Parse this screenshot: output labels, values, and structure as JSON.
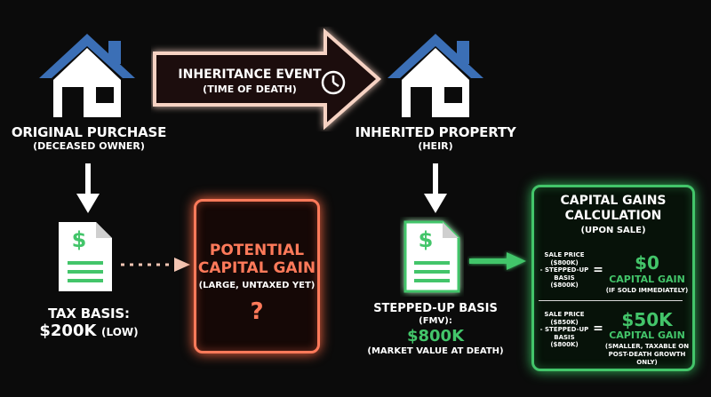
{
  "colors": {
    "background": "#0b0b0b",
    "roof_blue": "#3b6fb6",
    "green": "#43c56a",
    "orange": "#ff7a5a",
    "arrow_fill": "#f6d2c3"
  },
  "left": {
    "title": "ORIGINAL PURCHASE",
    "subtitle": "(DECEASED OWNER)",
    "basis_label": "TAX BASIS:",
    "basis_value": "$200k",
    "basis_note": "(LOW)",
    "doc_symbol": "$",
    "house_icon": "house-icon",
    "doc_icon": "dollar-document-icon"
  },
  "event": {
    "title": "INHERITANCE EVENT",
    "subtitle": "(TIME OF DEATH)",
    "icon": "clock-icon"
  },
  "potential": {
    "line1": "POTENTIAL",
    "line2": "CAPITAL GAIN",
    "note": "(LARGE, UNTAXED YET)",
    "mark": "?"
  },
  "right": {
    "title": "INHERITED PROPERTY",
    "subtitle": "(HEIR)",
    "basis_label": "STEPPED-UP BASIS",
    "basis_sub": "(FMV):",
    "basis_value": "$800k",
    "basis_note": "(MARKET VALUE AT DEATH)",
    "doc_symbol": "$",
    "house_icon": "house-icon",
    "doc_icon": "dollar-document-icon"
  },
  "calc": {
    "title_line1": "CAPITAL GAINS",
    "title_line2": "CALCULATION",
    "subtitle": "(UPON SALE)",
    "rows": [
      {
        "formula": [
          "SALE PRICE",
          "($800k)",
          "- STEPPED-UP",
          "BASIS",
          "($800k)"
        ],
        "equals": "=",
        "value": "$0",
        "label": "CAPITAL GAIN",
        "note": [
          "(IF SOLD IMMEDIATELY)"
        ]
      },
      {
        "formula": [
          "SALE PRICE",
          "($850k)",
          "- STEPPED-UP",
          "BASIS",
          "($800k)"
        ],
        "equals": "=",
        "value": "$50k",
        "label": "CAPITAL GAIN",
        "note": [
          "(SMALLER, TAXABLE ON",
          "POST-DEATH GROWTH ONLY)"
        ]
      }
    ]
  }
}
